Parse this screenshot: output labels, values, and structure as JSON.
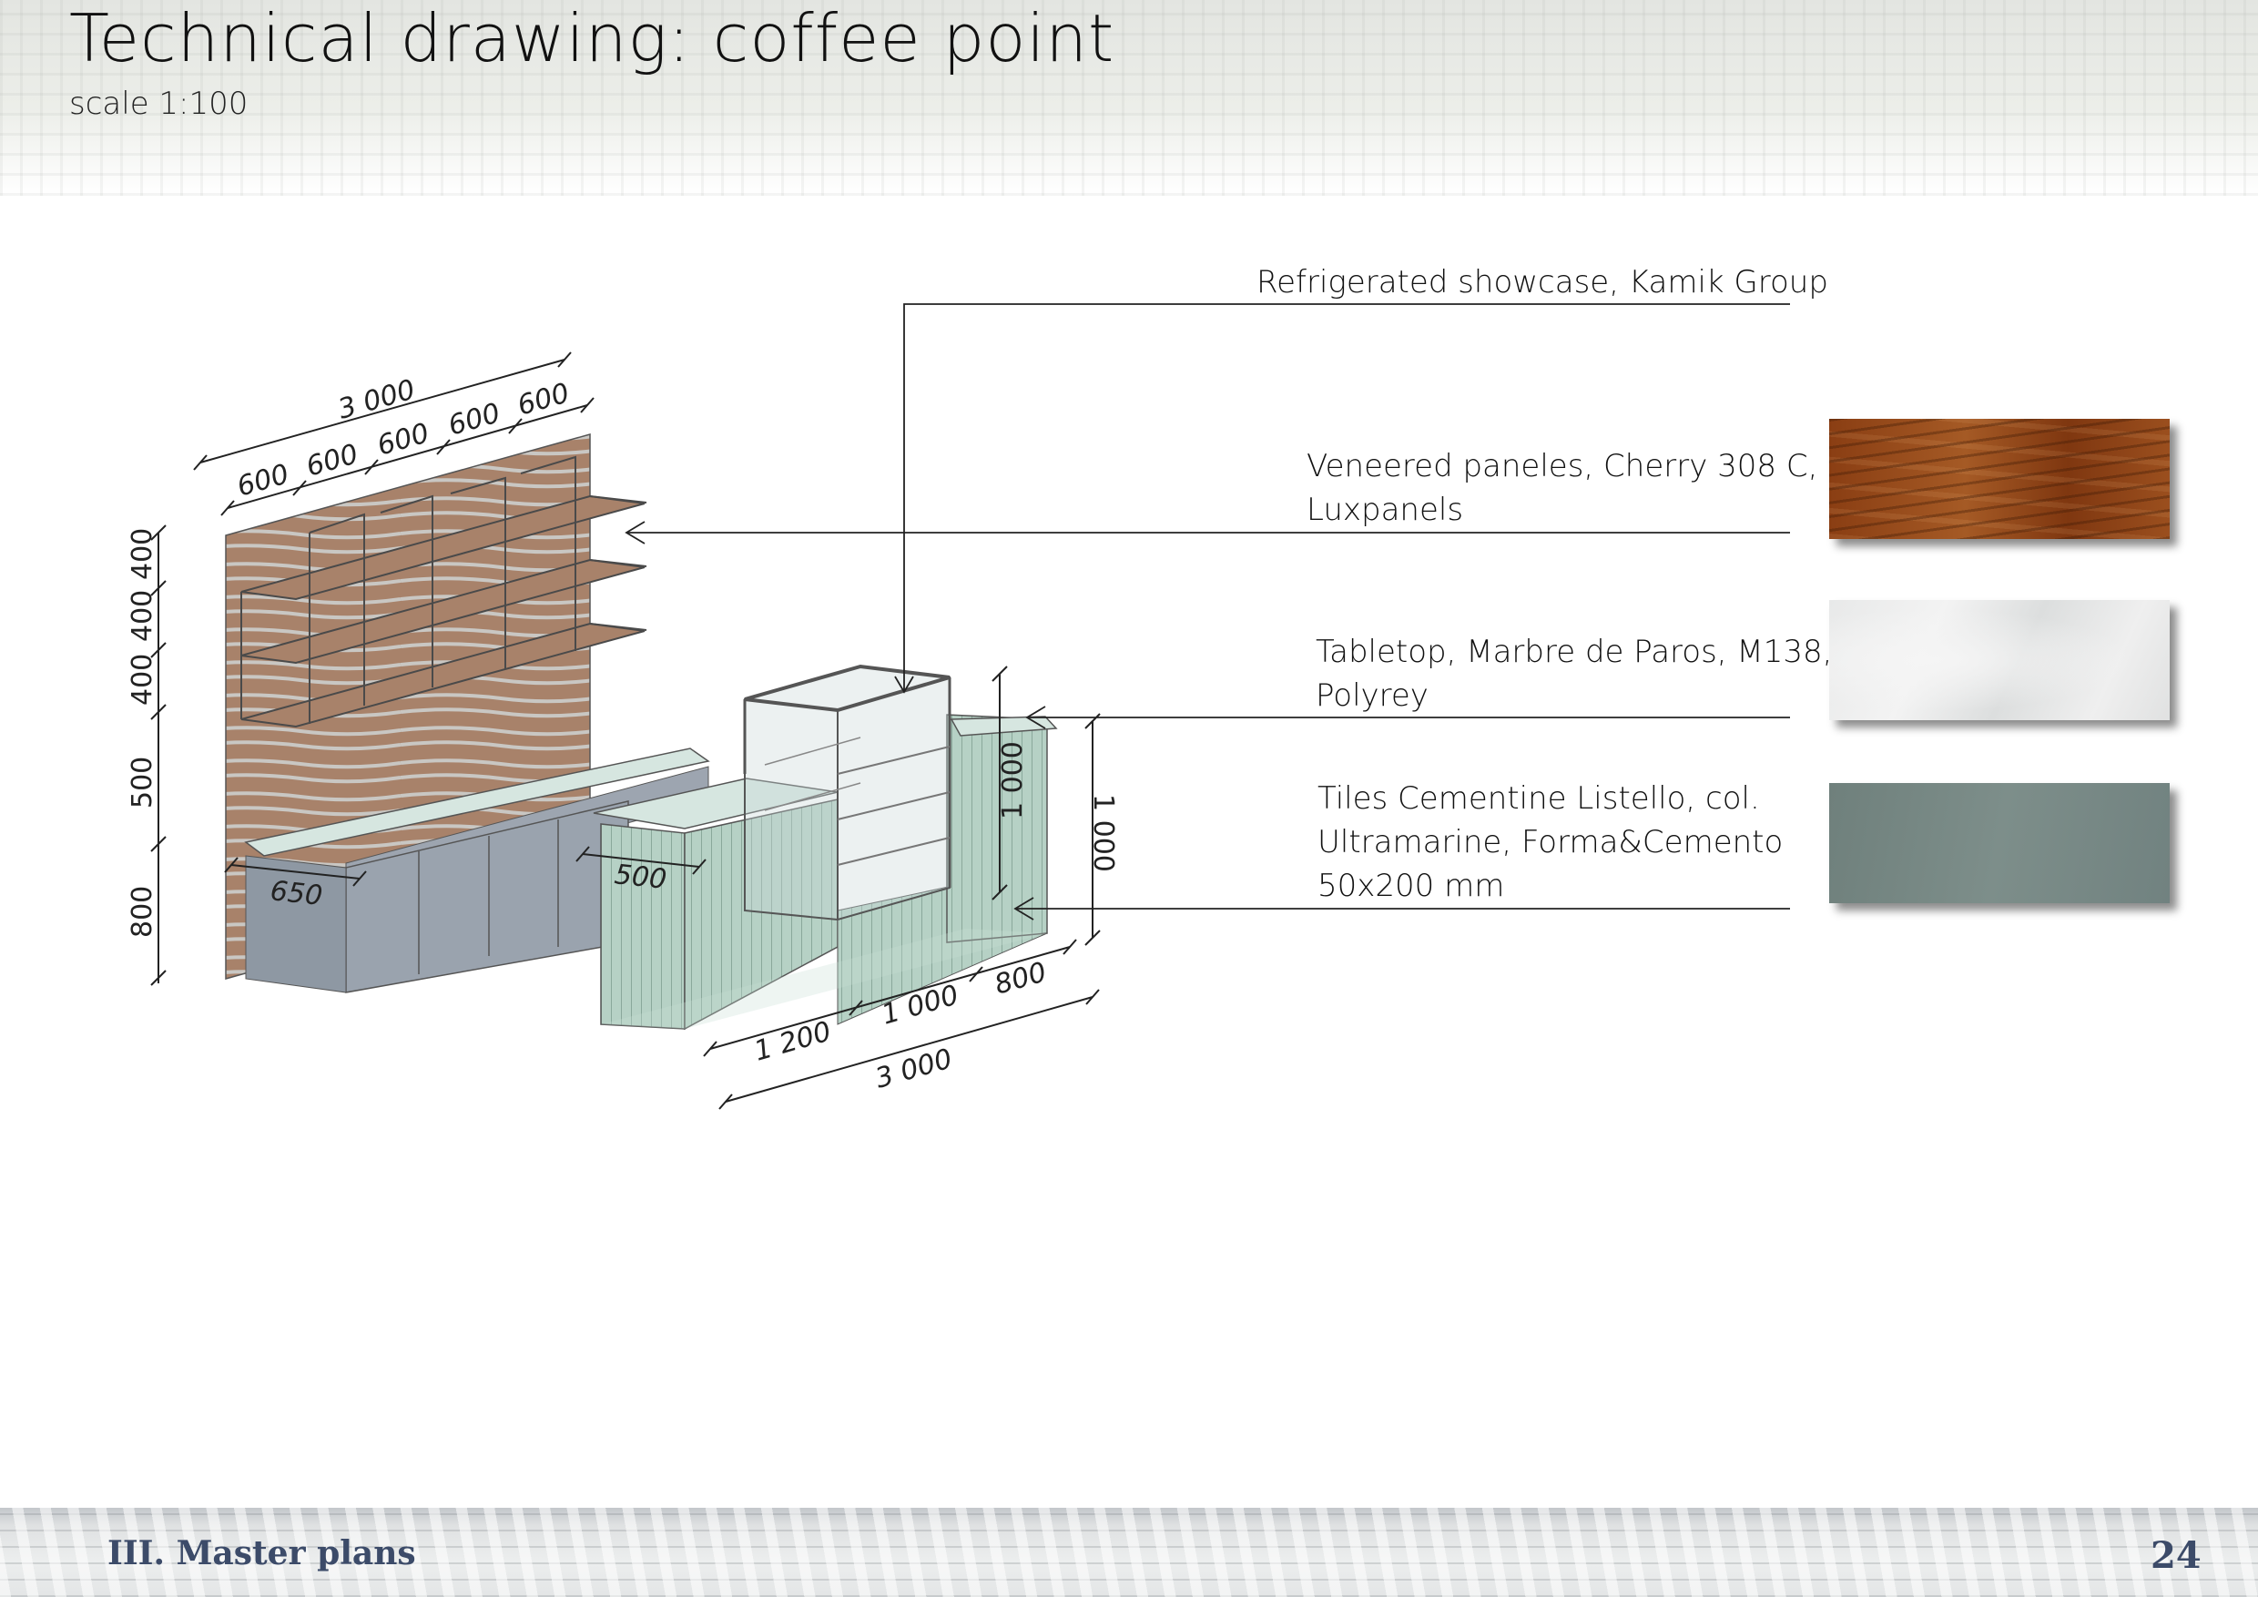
{
  "header": {
    "title": "Technical drawing: coffee point",
    "subtitle": "scale 1:100"
  },
  "callouts": [
    {
      "lines": [
        "Refrigerated showcase, Kamik Group"
      ]
    },
    {
      "lines": [
        "Veneered paneles, Cherry 308 C,",
        "Luxpanels"
      ]
    },
    {
      "lines": [
        "Tabletop, Marbre de Paros, M138,",
        "Polyrey"
      ]
    },
    {
      "lines": [
        "Tiles Cementine Listello, col.",
        "Ultramarine, Forma&Cemento",
        "50x200 mm"
      ]
    }
  ],
  "dimensions": {
    "top_total": "3 000",
    "top_segments": [
      "600",
      "600",
      "600",
      "600",
      "600"
    ],
    "left_heights": [
      "400",
      "400",
      "400",
      "500",
      "800"
    ],
    "counter_depth_back": "650",
    "counter_depth_front": "500",
    "showcase_height": "1 000",
    "counter_height": "1 000",
    "bottom_segments": [
      "1 200",
      "1 000",
      "800"
    ],
    "bottom_total": "3 000"
  },
  "footer": {
    "section": "III. Master plans",
    "page": "24"
  },
  "colors": {
    "wood": "#9a5526",
    "marble": "#eaebeb",
    "tile": "#768784",
    "footer_text": "#3c4b69"
  }
}
